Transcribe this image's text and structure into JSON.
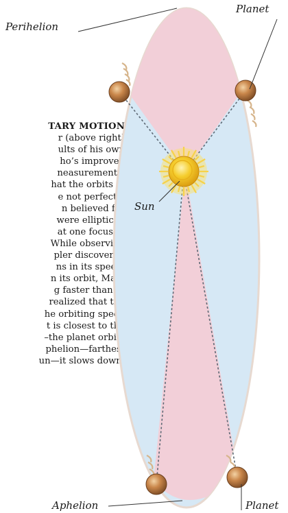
{
  "labels": {
    "perihelion": "Perihelion",
    "planet_top": "Planet",
    "sun": "Sun",
    "aphelion": "Aphelion",
    "planet_bottom": "Planet"
  },
  "caption": {
    "heading": "TARY MOTION",
    "lines": [
      "r (above right)",
      "ults of his own",
      "ho’s improved",
      "neasurements.",
      "hat the orbits of",
      "e not perfectly",
      "n believed for",
      "were elliptical,",
      "at one focus of",
      "While observing",
      "pler discovered",
      "ns in its speed.",
      "n its orbit, Mars",
      "g faster than at",
      "realized that the",
      "he orbiting speed",
      "t is closest to the",
      "–the planet orbits",
      "phelion—farthest",
      "un—it slows down."
    ]
  },
  "colors": {
    "orbit_blue": "#d6e8f5",
    "orbit_pink": "#f2cfd8",
    "orbit_outline": "#e7d9d0",
    "sun_core": "#f2c21c",
    "sun_rays": "#f6d24a",
    "planet": "#c9864a",
    "guide_line": "#333333"
  },
  "icons": [
    "sun-icon",
    "planet-icon"
  ]
}
